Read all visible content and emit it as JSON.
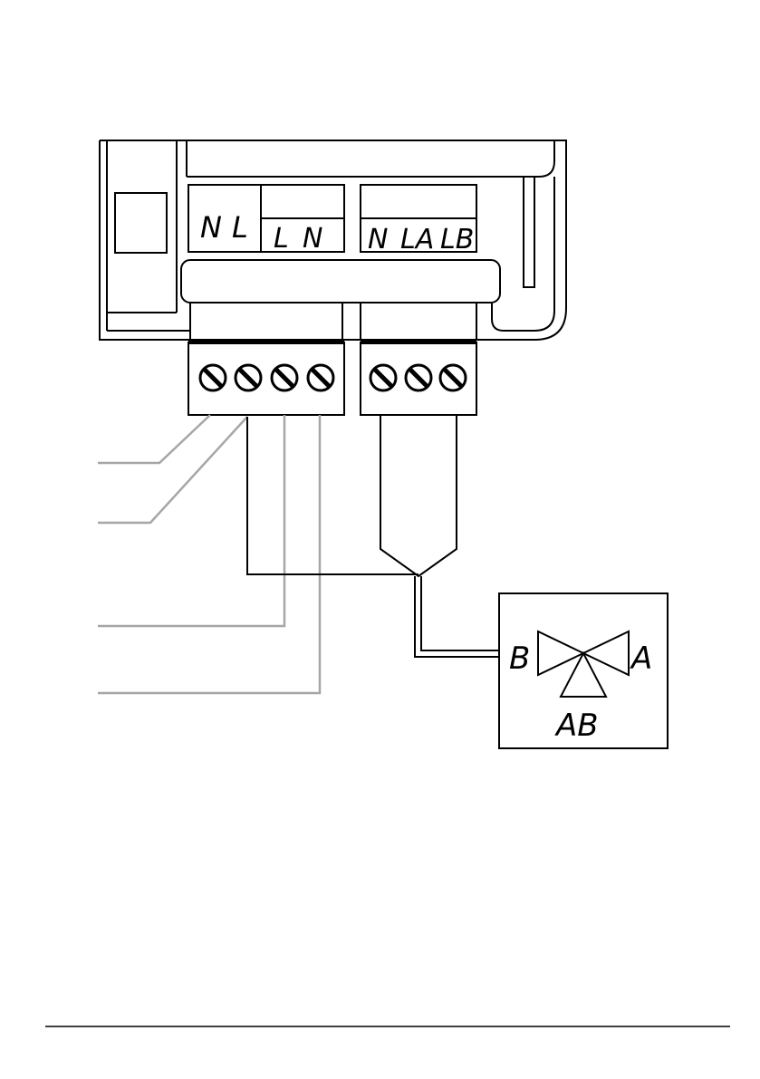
{
  "colors": {
    "stroke": "#000000",
    "wire_gray": "#a6a6a6",
    "background": "#ffffff"
  },
  "terminal_labels": {
    "supply_n": "N",
    "supply_l": "L",
    "out_l": "L",
    "out_n": "N",
    "valve_n": "N",
    "valve_la": "LA",
    "valve_lb": "LB"
  },
  "valve": {
    "port_b": "B",
    "port_a": "A",
    "port_ab": "AB",
    "icon": "three-way-valve-icon"
  },
  "screw_icon": "screw-terminal-icon"
}
